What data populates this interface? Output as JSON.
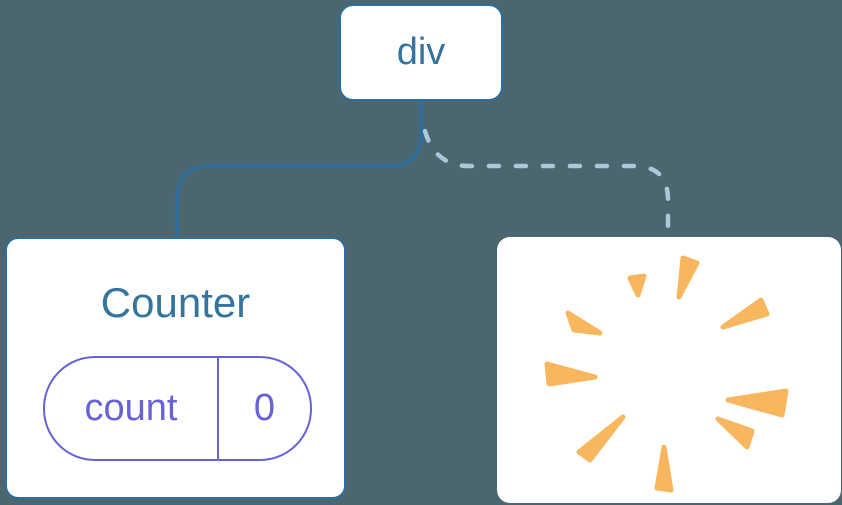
{
  "diagram": {
    "root": {
      "label": "div"
    },
    "children": {
      "counter": {
        "title": "Counter",
        "state": {
          "key": "count",
          "value": "0"
        }
      },
      "removed": {
        "icon": "poof-burst-icon"
      }
    },
    "connectors": {
      "solid": "div-to-counter",
      "dashed": "div-to-removed"
    },
    "colors": {
      "background": "#4C666F",
      "node_border_blue": "#2C6E9E",
      "node_text_blue": "#35749E",
      "solid_line": "#2C6E9E",
      "dashed_line": "#A9C8DB",
      "state_purple": "#6762D8",
      "poof_orange": "#F8B75E",
      "card_background": "#FFFFFF"
    }
  }
}
